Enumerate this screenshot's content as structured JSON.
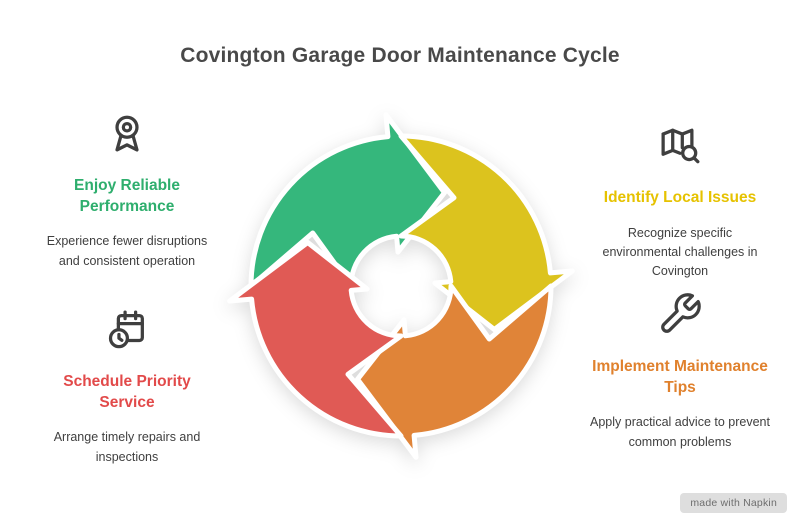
{
  "title": "Covington Garage Door Maintenance Cycle",
  "watermark": {
    "label": "made with Napkin"
  },
  "colors": {
    "text": "#3f3f3f",
    "heading_green": "#2eae6d",
    "heading_yellow": "#e6c200",
    "heading_orange": "#e0812d",
    "heading_red": "#e24a4a",
    "arrow_green": "#35b77c",
    "arrow_yellow": "#dcc31e",
    "arrow_orange": "#e08438",
    "arrow_red": "#e05a55"
  },
  "cycle": {
    "direction": "clockwise",
    "order": [
      "identify-local-issues",
      "implement-maintenance-tips",
      "schedule-priority-service",
      "enjoy-reliable-performance"
    ]
  },
  "steps": [
    {
      "id": "enjoy-reliable-performance",
      "heading": "Enjoy Reliable Performance",
      "description": "Experience fewer disruptions and consistent operation",
      "icon": "medal-icon",
      "accent": "#2eae6d",
      "arrow_color": "#35b77c",
      "position": "top-left"
    },
    {
      "id": "identify-local-issues",
      "heading": "Identify Local Issues",
      "description": "Recognize specific environmental challenges in Covington",
      "icon": "map-search-icon",
      "accent": "#e6c200",
      "arrow_color": "#dcc31e",
      "position": "top-right"
    },
    {
      "id": "implement-maintenance-tips",
      "heading": "Implement Maintenance Tips",
      "description": "Apply practical advice to prevent common problems",
      "icon": "wrench-icon",
      "accent": "#e0812d",
      "arrow_color": "#e08438",
      "position": "bottom-right"
    },
    {
      "id": "schedule-priority-service",
      "heading": "Schedule Priority Service",
      "description": "Arrange timely repairs and inspections",
      "icon": "calendar-clock-icon",
      "accent": "#e24a4a",
      "arrow_color": "#e05a55",
      "position": "bottom-left"
    }
  ]
}
